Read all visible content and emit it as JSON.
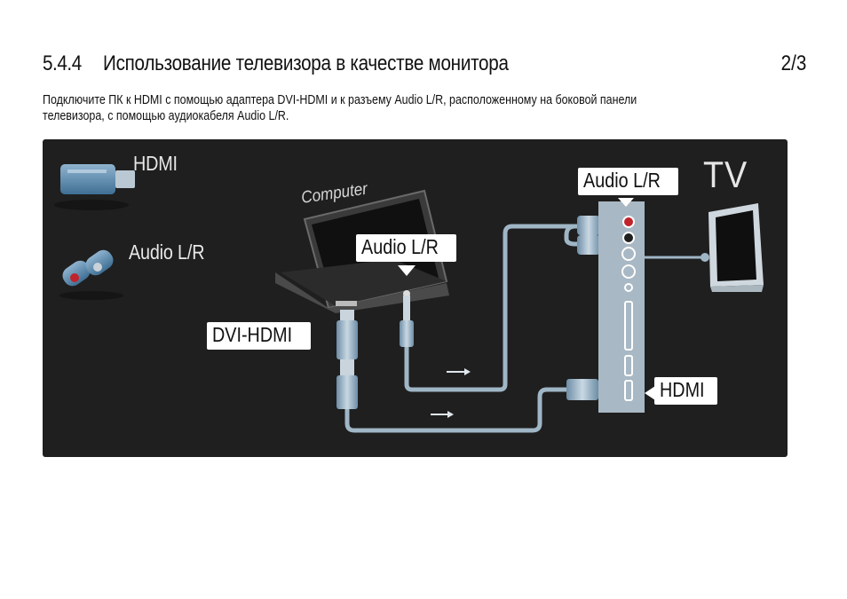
{
  "header": {
    "section_number": "5.4.4",
    "section_title": "Использование телевизора в качестве монитора",
    "page_indicator": "2/3"
  },
  "description": "Подключите ПК к HDMI с помощью адаптера DVI-HDMI и к разъему Audio L/R, расположенному на боковой панели\nтелевизора, с помощью аудиокабеля Audio L/R.",
  "diagram": {
    "legend": {
      "hdmi_label": "HDMI",
      "audio_label": "Audio L/R"
    },
    "computer_label": "Computer",
    "computer_audio_label": "Audio L/R",
    "adapter_label": "DVI-HDMI",
    "tv_label": "TV",
    "tv_audio_label": "Audio L/R",
    "tv_hdmi_label": "HDMI",
    "colors": {
      "panel_bg": "#1f1f1f",
      "cable": "#9fb6c6",
      "audio_red": "#c0232b",
      "label_bg": "#ffffff"
    }
  }
}
